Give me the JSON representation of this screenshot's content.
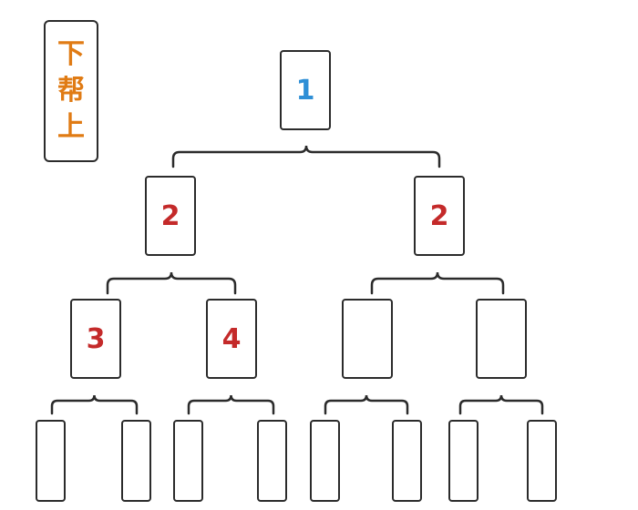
{
  "legend": {
    "chars": [
      "下",
      "帮",
      "上"
    ],
    "color": "#e07b14"
  },
  "colors": {
    "root": "#2f8fd6",
    "numbered": "#c42a2a",
    "stroke": "#2b2b2b"
  },
  "tree": {
    "root": {
      "label": "1"
    },
    "level1": [
      {
        "label": "2"
      },
      {
        "label": "2"
      }
    ],
    "level2": [
      {
        "label": "3"
      },
      {
        "label": "4"
      },
      {
        "label": ""
      },
      {
        "label": ""
      }
    ],
    "level3": [
      {
        "label": ""
      },
      {
        "label": ""
      },
      {
        "label": ""
      },
      {
        "label": ""
      },
      {
        "label": ""
      },
      {
        "label": ""
      },
      {
        "label": ""
      },
      {
        "label": ""
      }
    ]
  }
}
